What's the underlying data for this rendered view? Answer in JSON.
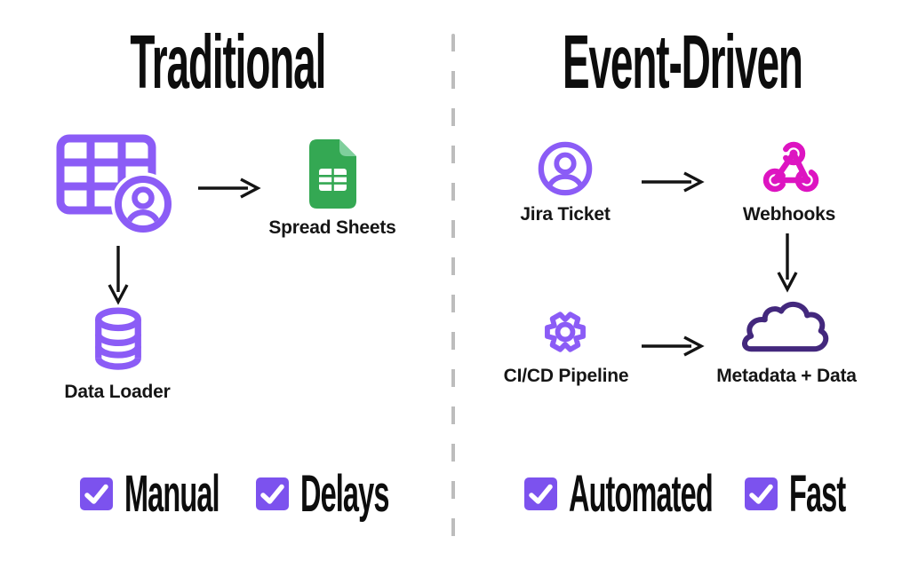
{
  "colors": {
    "purple": "#8B5CF6",
    "check_purple": "#7C52EE",
    "magenta": "#DD14C1",
    "dark_purple": "#43287D",
    "green": "#34A853",
    "green_light": "#7FCF9C",
    "ink": "#0D0D0D",
    "divider": "#BDBDBD"
  },
  "left": {
    "title": "Traditional",
    "spreadsheets_label": "Spread Sheets",
    "data_loader_label": "Data Loader",
    "checks": [
      {
        "label": "Manual"
      },
      {
        "label": "Delays"
      }
    ]
  },
  "right": {
    "title": "Event-Driven",
    "jira_label": "Jira Ticket",
    "webhooks_label": "Webhooks",
    "cicd_label": "CI/CD Pipeline",
    "metadata_label": "Metadata + Data",
    "checks": [
      {
        "label": "Automated"
      },
      {
        "label": "Fast"
      }
    ]
  },
  "icons": [
    "table-user-icon",
    "spreadsheet-icon",
    "database-icon",
    "user-avatar-icon",
    "webhook-icon",
    "gear-icon",
    "cloud-icon",
    "checkbox-checked-icon",
    "arrow-icon"
  ]
}
